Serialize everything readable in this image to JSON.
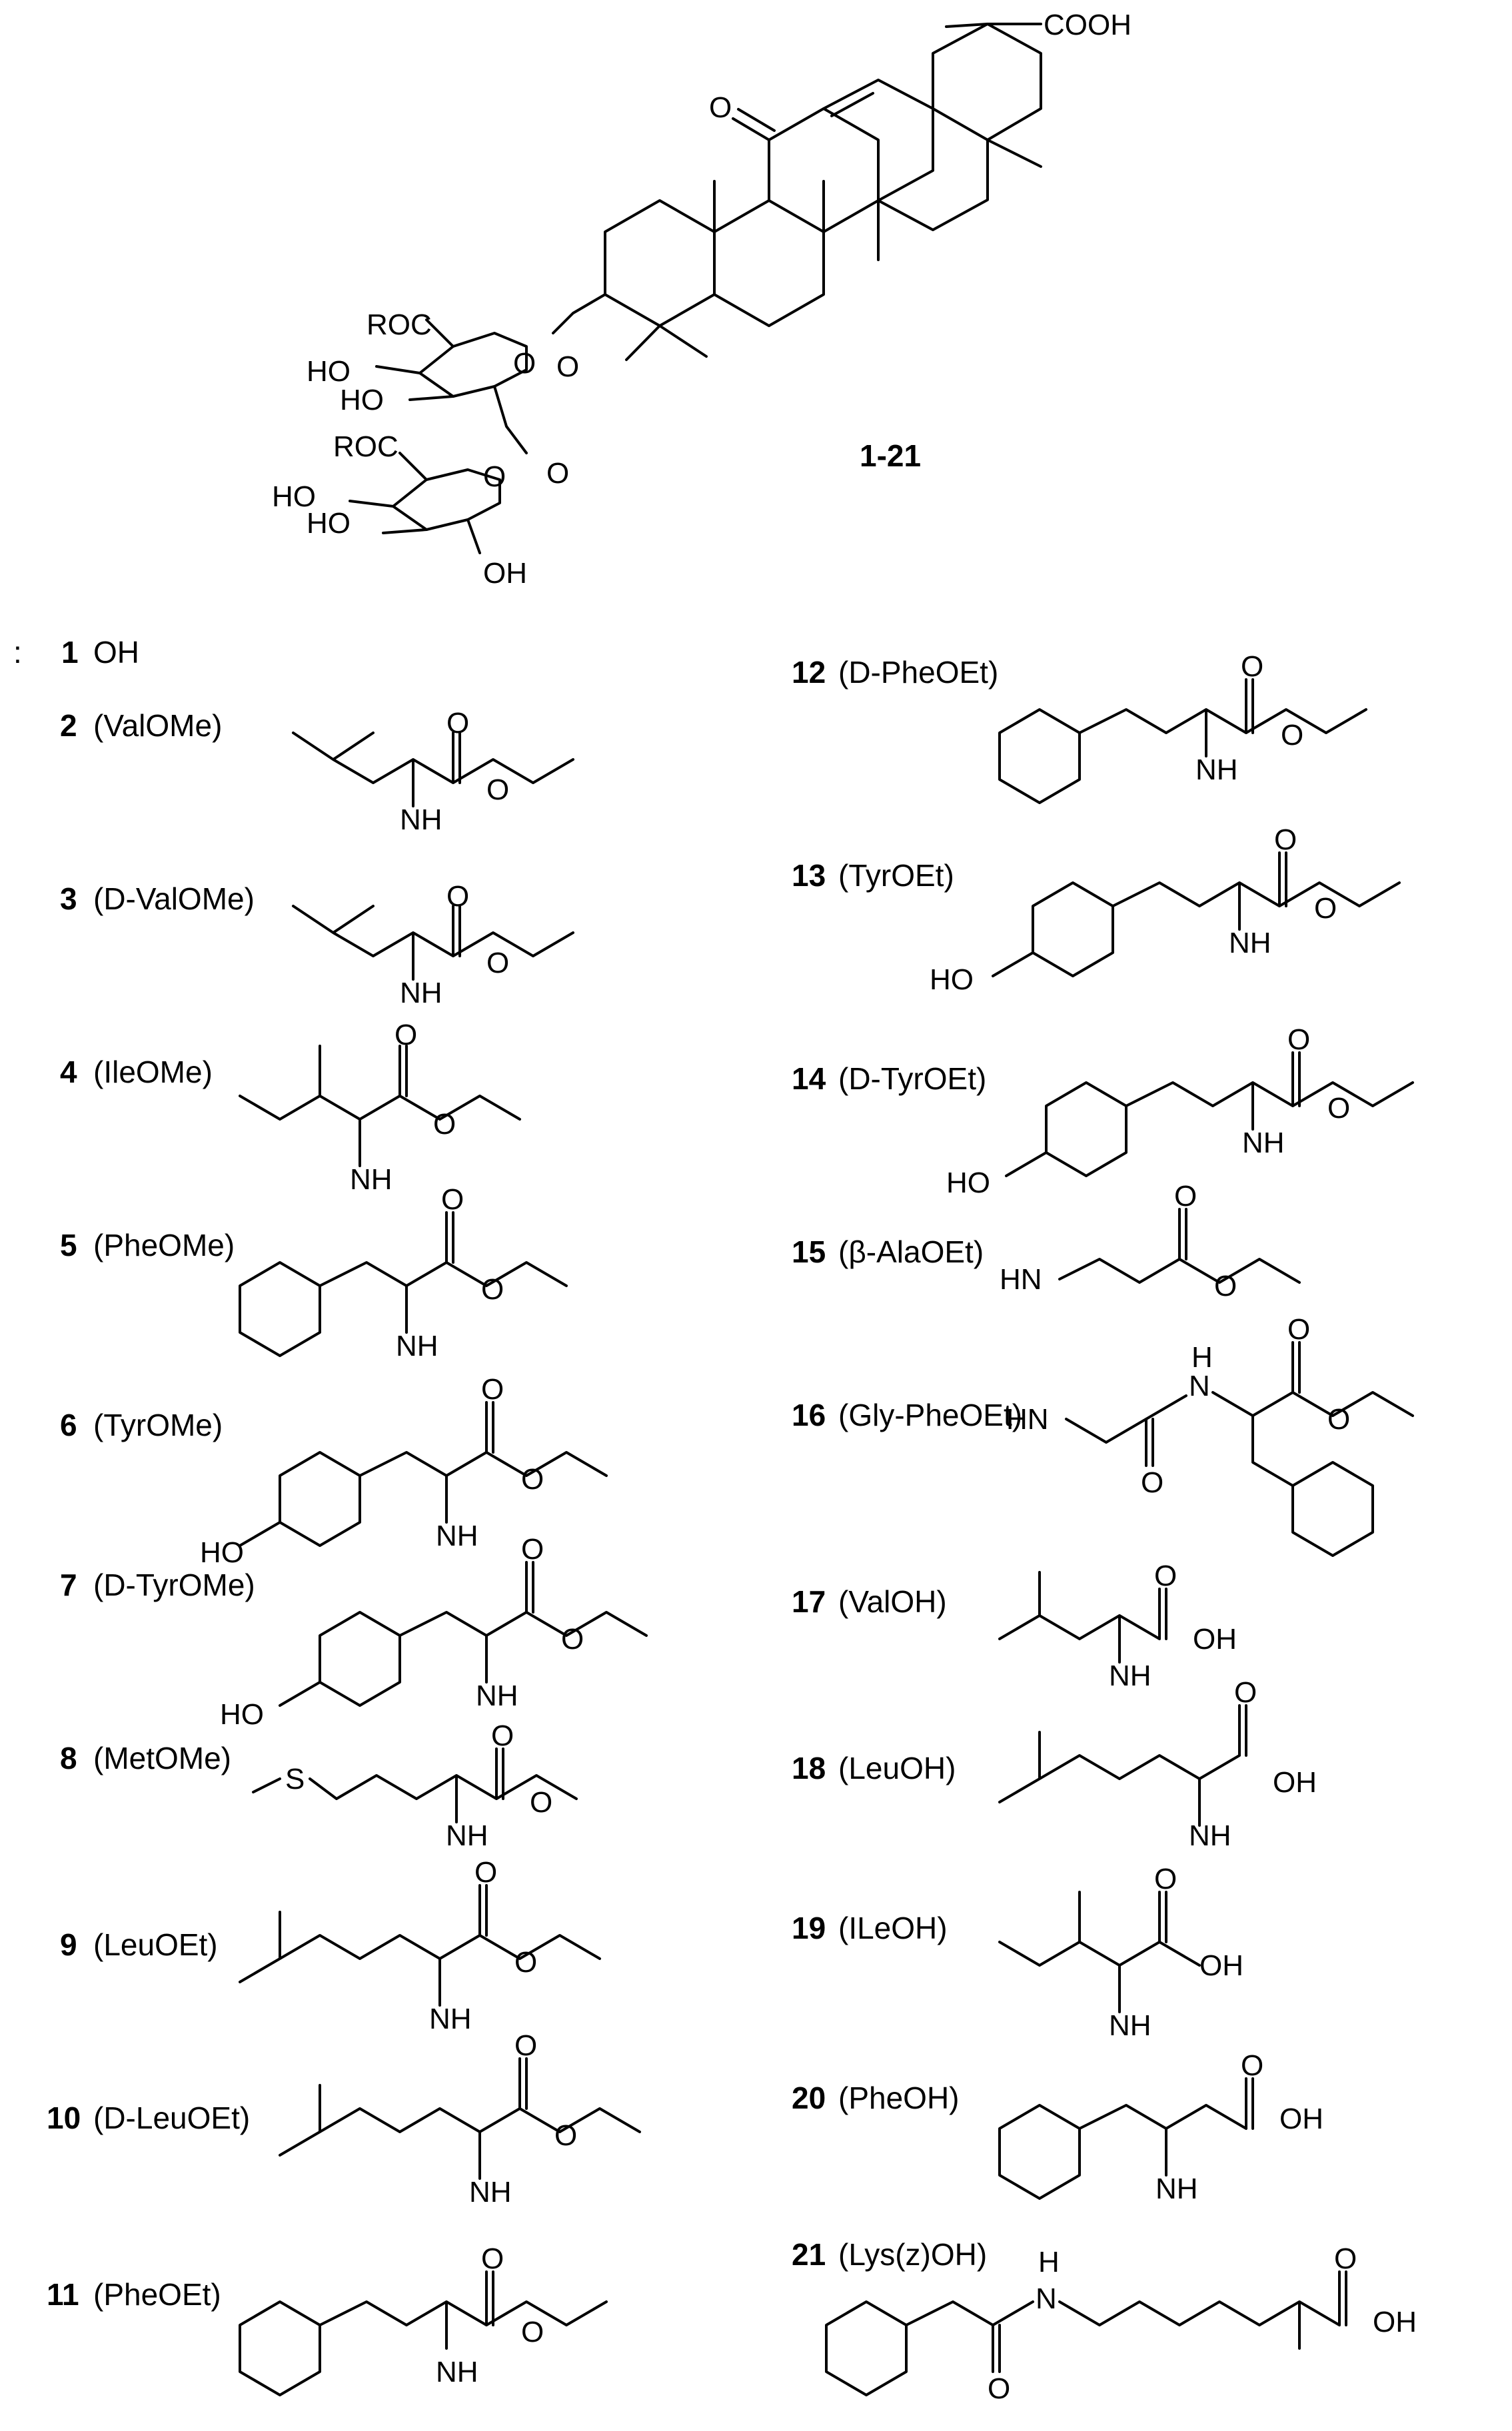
{
  "colon": ":",
  "core": {
    "id": "1-21",
    "atoms": {
      "cooh": "COOH",
      "ketone_o": "O",
      "glycoside_o": "O",
      "roc_upper": "ROC",
      "ring_o_upper": "O",
      "ho_upper_1": "HO",
      "ho_upper_2": "HO",
      "link_o": "O",
      "roc_lower": "ROC",
      "ring_o_lower": "O",
      "ho_lower_1": "HO",
      "ho_lower_2": "HO",
      "oh_lower": "OH"
    }
  },
  "compounds": [
    {
      "num": "1",
      "name": "OH",
      "atoms": []
    },
    {
      "num": "2",
      "name": "(ValOMe)",
      "atoms": [
        "O",
        "O",
        "NH"
      ]
    },
    {
      "num": "3",
      "name": "(D-ValOMe)",
      "atoms": [
        "O",
        "O",
        "NH"
      ]
    },
    {
      "num": "4",
      "name": "(IleOMe)",
      "atoms": [
        "O",
        "O",
        "NH"
      ]
    },
    {
      "num": "5",
      "name": "(PheOMe)",
      "atoms": [
        "O",
        "O",
        "NH"
      ]
    },
    {
      "num": "6",
      "name": "(TyrOMe)",
      "atoms": [
        "O",
        "O",
        "NH",
        "HO"
      ]
    },
    {
      "num": "7",
      "name": "(D-TyrOMe)",
      "atoms": [
        "O",
        "O",
        "NH",
        "HO"
      ]
    },
    {
      "num": "8",
      "name": "(MetOMe)",
      "atoms": [
        "S",
        "O",
        "O",
        "NH"
      ]
    },
    {
      "num": "9",
      "name": "(LeuOEt)",
      "atoms": [
        "O",
        "O",
        "NH"
      ]
    },
    {
      "num": "10",
      "name": "(D-LeuOEt)",
      "atoms": [
        "O",
        "O",
        "NH"
      ]
    },
    {
      "num": "11",
      "name": "(PheOEt)",
      "atoms": [
        "O",
        "O",
        "NH"
      ]
    },
    {
      "num": "12",
      "name": "(D-PheOEt)",
      "atoms": [
        "O",
        "O",
        "NH"
      ]
    },
    {
      "num": "13",
      "name": "(TyrOEt)",
      "atoms": [
        "O",
        "O",
        "NH",
        "HO"
      ]
    },
    {
      "num": "14",
      "name": "(D-TyrOEt)",
      "atoms": [
        "O",
        "O",
        "NH",
        "HO"
      ]
    },
    {
      "num": "15",
      "name": "(β-AlaOEt)",
      "atoms": [
        "O",
        "O",
        "HN"
      ]
    },
    {
      "num": "16",
      "name": "(Gly-PheOEt)",
      "atoms": [
        "H",
        "N",
        "O",
        "O",
        "O",
        "HN"
      ]
    },
    {
      "num": "17",
      "name": "(ValOH)",
      "atoms": [
        "O",
        "OH",
        "NH"
      ]
    },
    {
      "num": "18",
      "name": "(LeuOH)",
      "atoms": [
        "O",
        "OH",
        "NH"
      ]
    },
    {
      "num": "19",
      "name": "(ILeOH)",
      "atoms": [
        "O",
        "OH",
        "NH"
      ]
    },
    {
      "num": "20",
      "name": "(PheOH)",
      "atoms": [
        "O",
        "OH",
        "NH"
      ]
    },
    {
      "num": "21",
      "name": "(Lys(z)OH)",
      "atoms": [
        "H",
        "N",
        "O",
        "O",
        "OH"
      ]
    }
  ]
}
